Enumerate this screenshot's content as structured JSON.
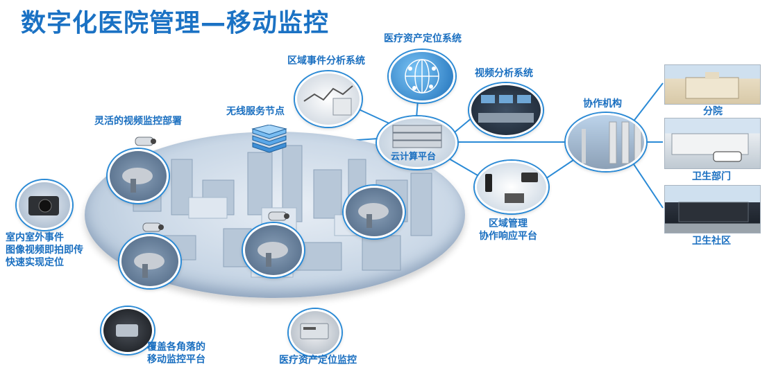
{
  "title": "数字化医院管理—移动监控",
  "nodes": {
    "asset_location_system": "医疗资产定位系统",
    "area_event_analysis": "区域事件分析系统",
    "video_analysis": "视频分析系统",
    "wireless_node": "无线服务节点",
    "flexible_deployment": "灵活的视频监控部署",
    "cloud_platform": "云计算平台",
    "cooperation_org": "协作机构",
    "branch_hospital": "分院",
    "health_department": "卫生部门",
    "health_community": "卫生社区",
    "regional_response": "区域管理\n协作响应平台",
    "indoor_outdoor": "室内室外事件\n图像视频即拍即传\n快速实现定位",
    "mobile_monitoring": "覆盖各角落的\n移动监控平台",
    "asset_monitoring": "医疗资产定位监控"
  },
  "colors": {
    "accent": "#1b72c4",
    "line": "#2a8ad6",
    "city_base": "#c9d7e6"
  }
}
